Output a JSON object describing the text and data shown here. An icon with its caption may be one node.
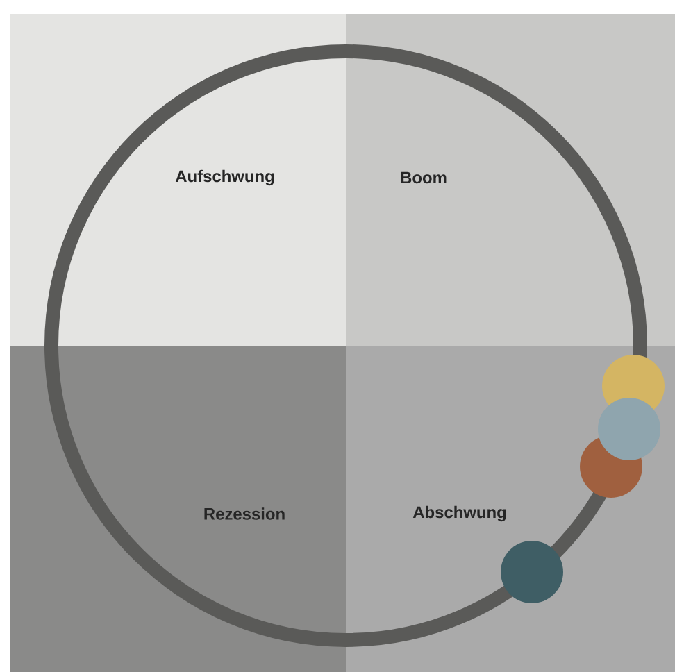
{
  "diagram": {
    "nodes": [
      {
        "text": [
          "Aufschwung"
        ]
      },
      {
        "text": [
          "Boom"
        ]
      },
      {
        "text": [
          "Rezession"
        ]
      },
      {
        "text": [
          "Abschwung"
        ]
      },
      {
        "text": [],
        "shape": "circle"
      },
      {
        "text": [],
        "shape": "circle"
      },
      {
        "text": [],
        "shape": "circle"
      },
      {
        "text": [],
        "shape": "circle"
      }
    ]
  }
}
